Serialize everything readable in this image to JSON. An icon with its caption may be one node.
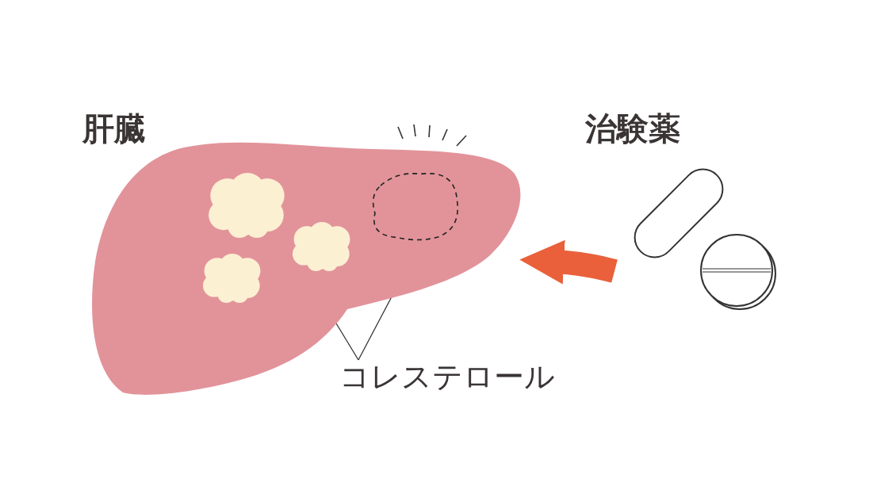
{
  "diagram": {
    "nodes": [
      {
        "text": [
          "肝臓"
        ]
      },
      {
        "text": [],
        "shape": "cloud",
        "in": 0
      },
      {
        "text": [],
        "shape": "cloud",
        "in": 0
      },
      {
        "text": [],
        "shape": "cloud",
        "in": 0
      },
      {
        "text": [],
        "shape": "cloud",
        "in": 0
      },
      {
        "text": [
          "コレステロール"
        ]
      },
      {
        "text": [
          "治験薬"
        ]
      },
      {
        "text": [],
        "shape": "capsule"
      },
      {
        "text": [],
        "shape": "circle"
      }
    ],
    "edges": [
      {
        "from": 5,
        "to": 2,
        "arrow": "none"
      },
      {
        "from": 5,
        "to": 4,
        "arrow": "none"
      },
      {
        "from": null,
        "to": 0,
        "arrow": "to",
        "style": "thick",
        "color": "#e9603b"
      }
    ]
  }
}
